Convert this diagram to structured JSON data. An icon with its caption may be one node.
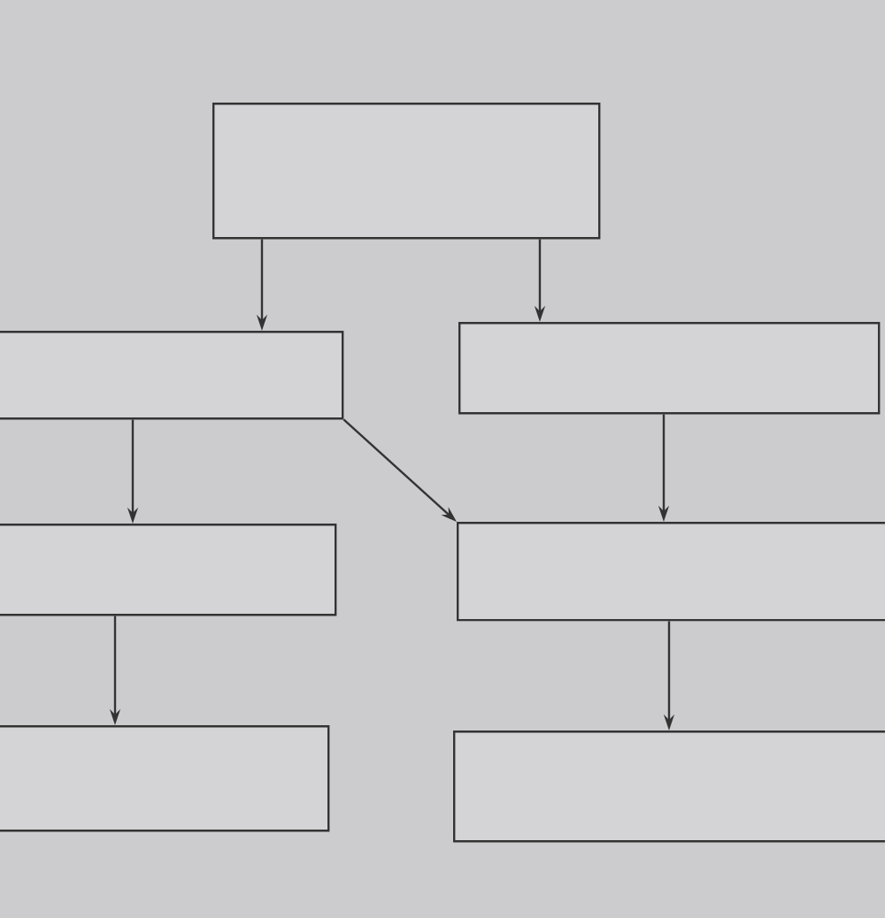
{
  "diagram": {
    "nodes": [
      {
        "text": [],
        "shape": "box"
      },
      {
        "text": [],
        "shape": "box"
      },
      {
        "text": [],
        "shape": "box"
      },
      {
        "text": [],
        "shape": "box"
      },
      {
        "text": [],
        "shape": "box"
      },
      {
        "text": [],
        "shape": "box"
      },
      {
        "text": [],
        "shape": "box"
      }
    ],
    "edges": [
      {
        "from": 0,
        "to": 1,
        "arrow": "to"
      },
      {
        "from": 0,
        "to": 2,
        "arrow": "to"
      },
      {
        "from": 1,
        "to": 3,
        "arrow": "to"
      },
      {
        "from": 1,
        "to": 4,
        "arrow": "to"
      },
      {
        "from": 2,
        "to": 4,
        "arrow": "to"
      },
      {
        "from": 3,
        "to": 5,
        "arrow": "to"
      },
      {
        "from": 4,
        "to": 6,
        "arrow": "to"
      }
    ]
  }
}
